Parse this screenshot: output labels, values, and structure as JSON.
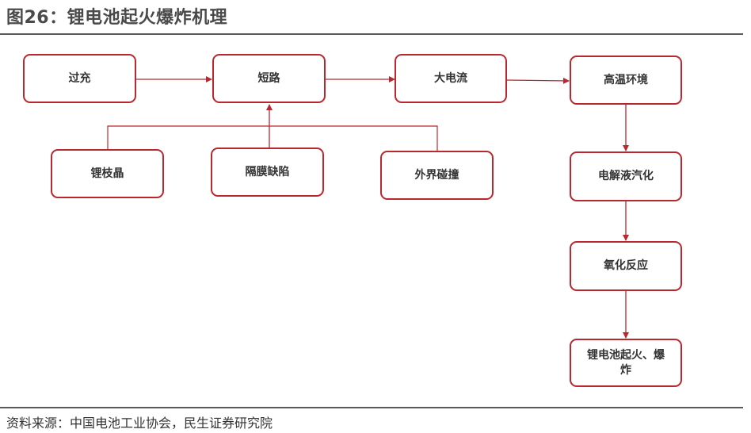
{
  "title": "图26：锂电池起火爆炸机理",
  "source": "资料来源：中国电池工业协会，民生证券研究院",
  "colors": {
    "accent": "#b8282e",
    "rule": "#5a5a5a"
  },
  "nodes": {
    "overcharge": "过充",
    "short_circuit": "短路",
    "large_current": "大电流",
    "high_temp": "高温环境",
    "dendrite": "锂枝晶",
    "separator_defect": "隔膜缺陷",
    "external_impact": "外界碰撞",
    "electrolyte_vaporization": "电解液汽化",
    "oxidation": "氧化反应",
    "fire_explosion": "锂电池起火、爆炸"
  }
}
